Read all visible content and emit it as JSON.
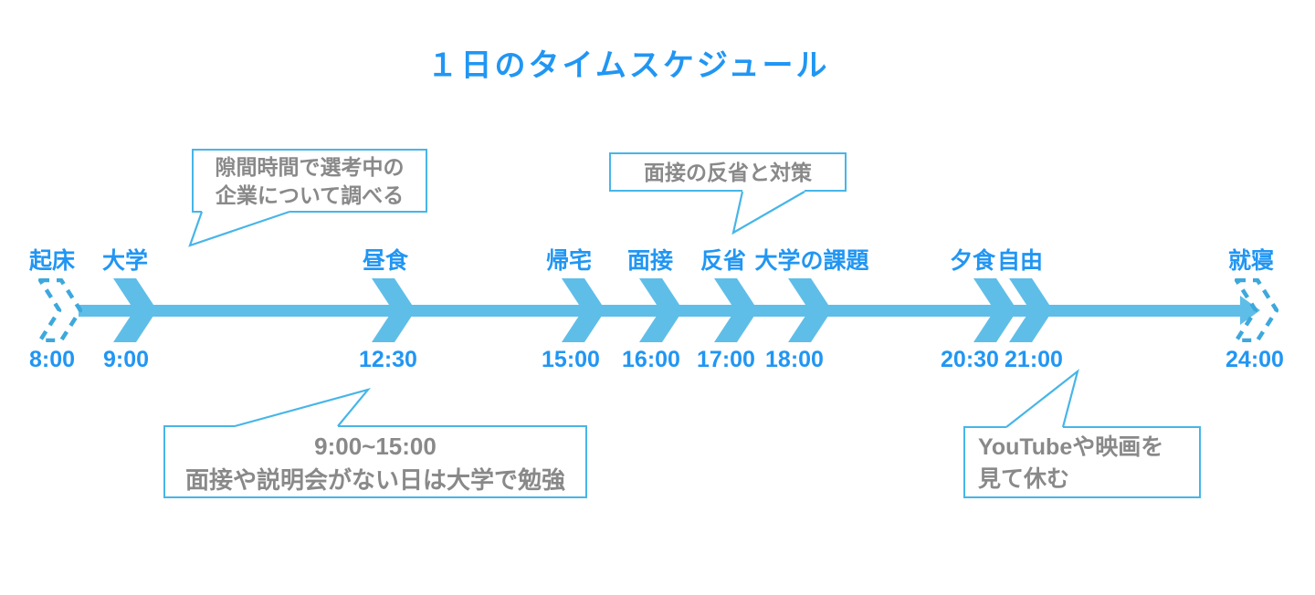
{
  "title": "１日のタイムスケジュール",
  "colors": {
    "accent_blue": "#2196F3",
    "timeline_blue": "#5FBEE8",
    "dashed_blue": "#3DA8DC",
    "callout_border": "#47B5E8",
    "callout_text": "#898989"
  },
  "timeline": {
    "events": [
      {
        "label": "起床",
        "time": "8:00",
        "style": "dashed"
      },
      {
        "label": "大学",
        "time": "9:00",
        "style": "solid"
      },
      {
        "label": "昼食",
        "time": "12:30",
        "style": "solid"
      },
      {
        "label": "帰宅",
        "time": "15:00",
        "style": "solid"
      },
      {
        "label": "面接",
        "time": "16:00",
        "style": "solid"
      },
      {
        "label": "反省",
        "time": "17:00",
        "style": "solid"
      },
      {
        "label": "大学の課題",
        "time": "18:00",
        "style": "solid"
      },
      {
        "label": "夕食",
        "time": "20:30",
        "style": "solid"
      },
      {
        "label": "自由",
        "time": "21:00",
        "style": "solid"
      },
      {
        "label": "就寝",
        "time": "24:00",
        "style": "dashed"
      }
    ]
  },
  "callouts": [
    {
      "lines": [
        "隙間時間で選考中の",
        "企業について調べる"
      ]
    },
    {
      "lines": [
        "面接の反省と対策"
      ]
    },
    {
      "lines": [
        "9:00~15:00",
        "面接や説明会がない日は大学で勉強"
      ]
    },
    {
      "lines": [
        "YouTubeや映画を",
        "見て休む"
      ]
    }
  ]
}
